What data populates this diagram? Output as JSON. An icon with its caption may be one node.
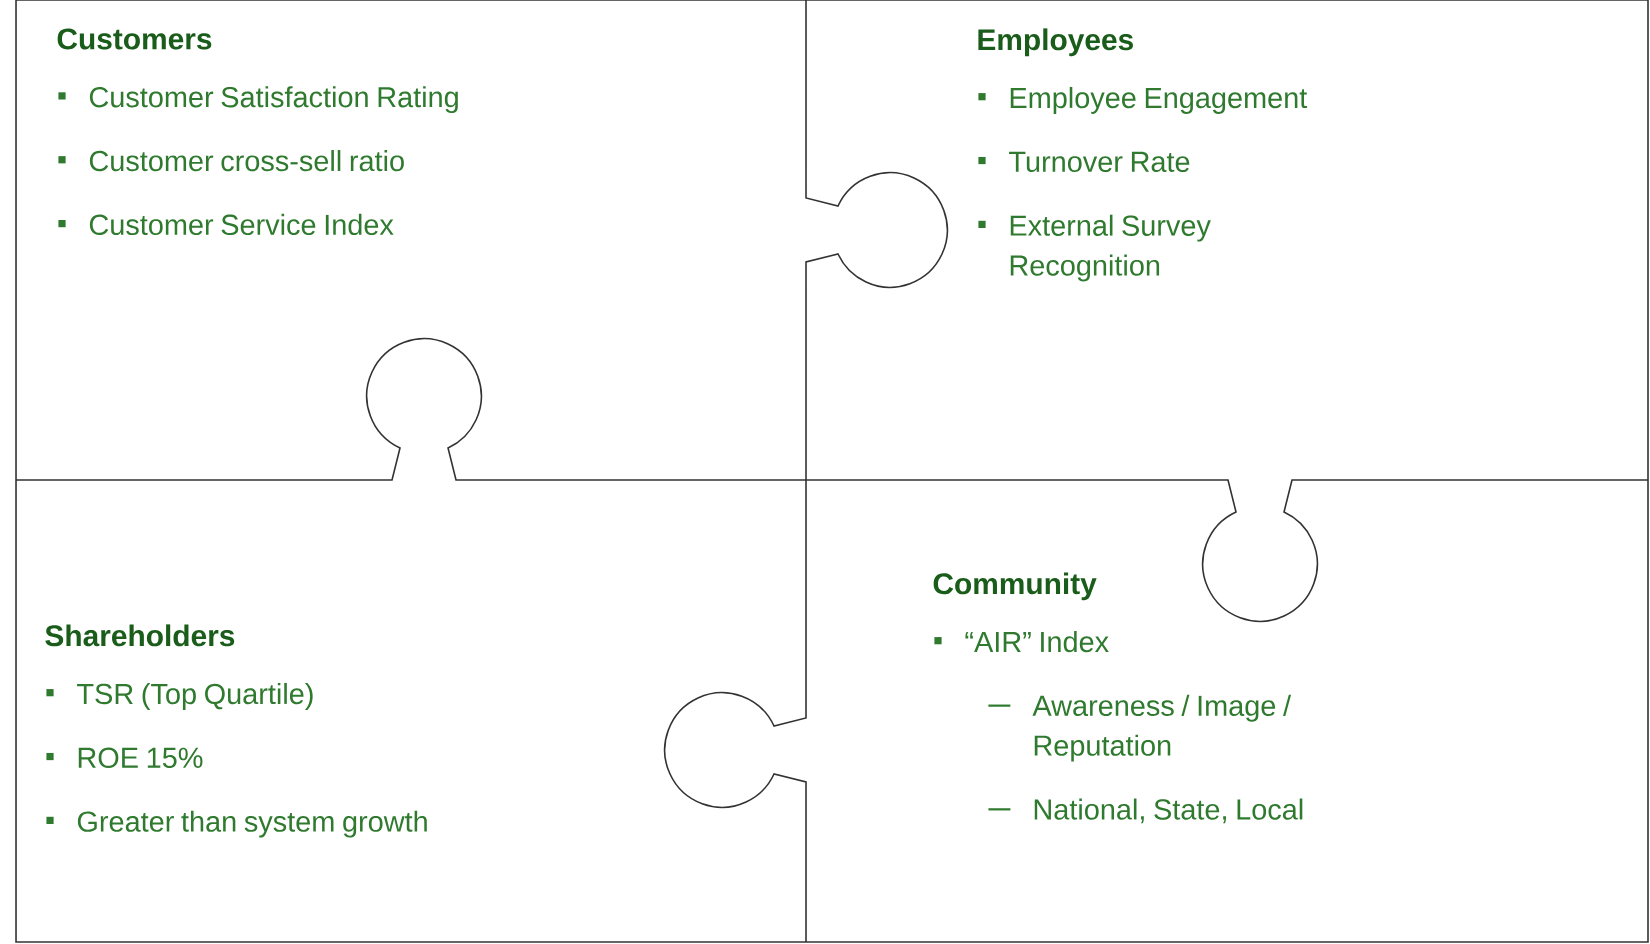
{
  "diagram": {
    "nodes": [
      {
        "text": [
          "Customers",
          "Customer Satisfaction Rating",
          "Customer cross-sell ratio",
          "Customer Service Index"
        ]
      },
      {
        "text": [
          "Employees",
          "Employee Engagement",
          "Turnover Rate",
          "External Survey Recognition"
        ]
      },
      {
        "text": [
          "Shareholders",
          "TSR (Top Quartile)",
          "ROE 15%",
          "Greater than system growth"
        ]
      },
      {
        "text": [
          "Community",
          "“AIR” Index",
          "Awareness / Image / Reputation",
          "National, State, Local"
        ]
      }
    ]
  }
}
